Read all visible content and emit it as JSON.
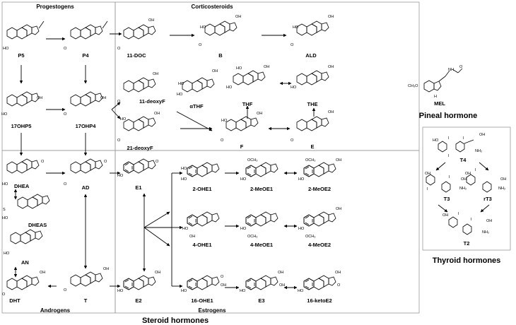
{
  "sections": {
    "progestogens": "Progestogens",
    "corticosteroids": "Corticosteroids",
    "androgens": "Androgens",
    "estrogens": "Estrogens",
    "steroid": "Steroid hormones",
    "pineal": "Pineal hormone",
    "thyroid": "Thyroid hormones"
  },
  "compounds": {
    "P5": "P5",
    "P4": "P4",
    "DOC": "11-DOC",
    "B": "B",
    "ALD": "ALD",
    "OHP5": "17OHP5",
    "OHP4": "17OHP4",
    "deoxyF11": "11-deoxyF",
    "deoxyF21": "21-deoxyF",
    "aTHF": "αTHF",
    "THF": "THF",
    "THE": "THE",
    "F": "F",
    "E": "E",
    "DHEA": "DHEA",
    "DHEAS": "DHEAS",
    "AN": "AN",
    "DHT": "DHT",
    "AD": "AD",
    "T": "T",
    "E1": "E1",
    "E2": "E2",
    "OHE1_2": "2-OHE1",
    "MeOE1_2": "2-MeOE1",
    "MeOE2_2": "2-MeOE2",
    "OHE1_4": "4-OHE1",
    "MeOE1_4": "4-MeOE1",
    "MeOE2_4": "4-MeOE2",
    "OHE1_16": "16-OHE1",
    "E3": "E3",
    "ketoE2": "16-ketoE2",
    "MEL": "MEL",
    "T4": "T4",
    "T3": "T3",
    "rT3": "rT3",
    "T2": "T2"
  },
  "atoms": {
    "O": "O",
    "OH": "OH",
    "HO": "HO",
    "H": "H",
    "I": "I",
    "NH2": "NH₂",
    "OCH3": "OCH₃",
    "NH": "NH",
    "S": "S",
    "CH3O": "CH₃O"
  }
}
